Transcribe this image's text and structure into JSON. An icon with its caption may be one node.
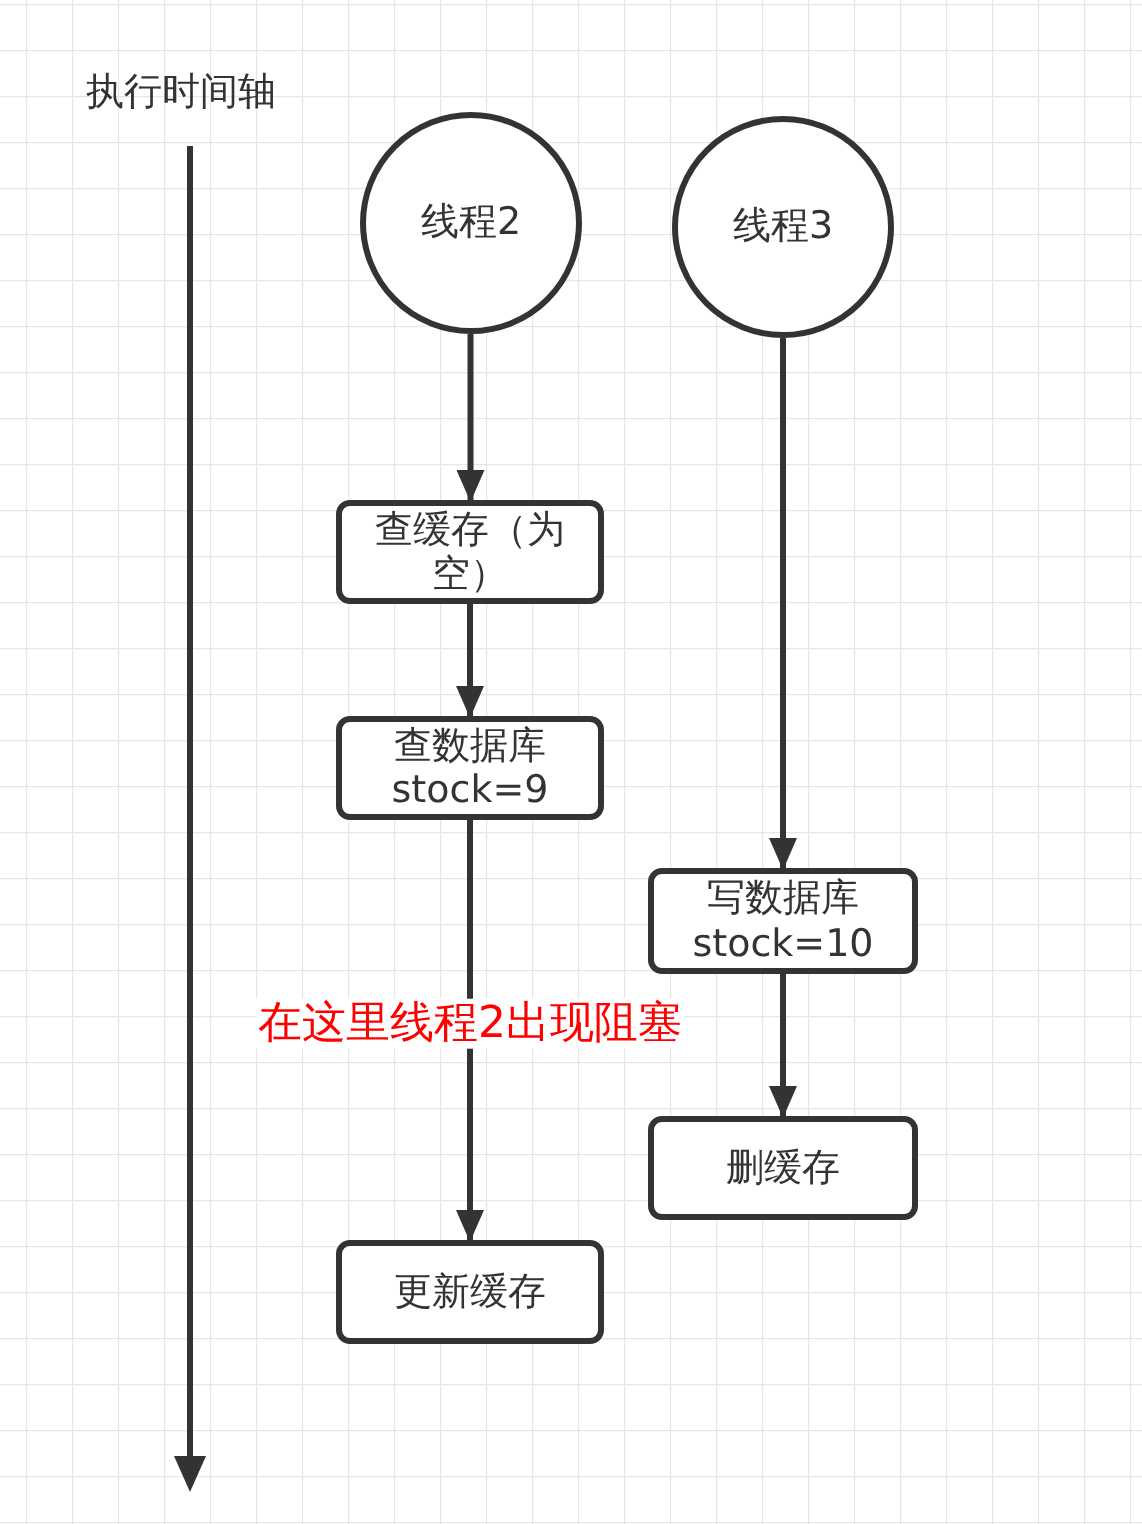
{
  "diagram": {
    "nodes": [
      {
        "text": [
          "线程2"
        ]
      },
      {
        "text": [
          "线程3"
        ]
      },
      {
        "text": [
          "查缓存（为空）"
        ]
      },
      {
        "text": [
          "查数据库 stock=9"
        ]
      },
      {
        "text": [
          "写数据库 stock=10"
        ]
      },
      {
        "text": [
          "删缓存"
        ]
      },
      {
        "text": [
          "更新缓存"
        ]
      }
    ],
    "edges": [
      {
        "from": 0,
        "to": 2,
        "arrow": "to"
      },
      {
        "from": 2,
        "to": 3,
        "arrow": "to"
      },
      {
        "from": 3,
        "to": 6,
        "arrow": "to",
        "label": "在这里线程2出现阻塞"
      },
      {
        "from": 1,
        "to": 4,
        "arrow": "to"
      },
      {
        "from": 4,
        "to": 5,
        "arrow": "to"
      }
    ],
    "labels": [
      "执行时间轴"
    ]
  }
}
